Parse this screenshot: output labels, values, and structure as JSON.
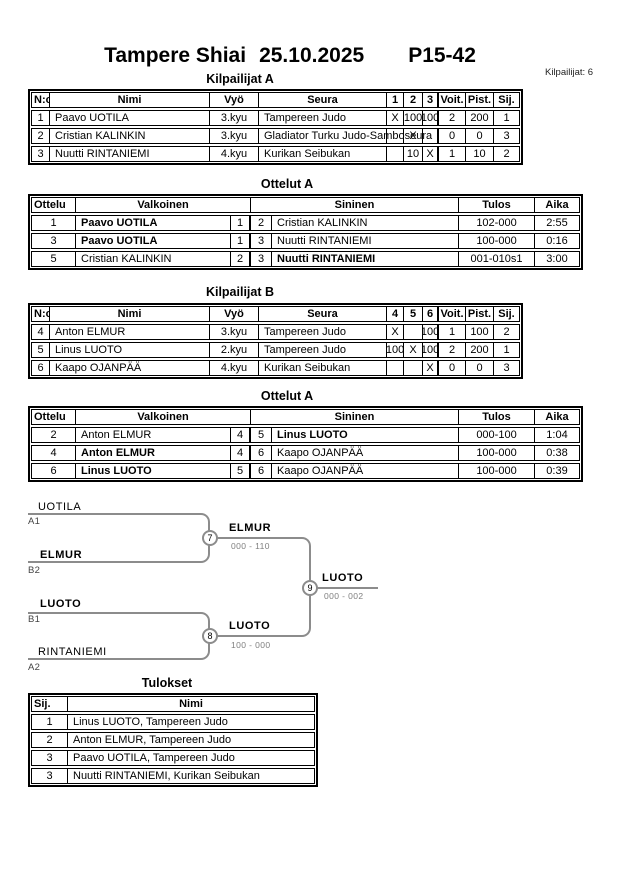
{
  "header": {
    "title": "Tampere Shiai",
    "date": "25.10.2025",
    "category": "P15-42",
    "competitor_count": "Kilpailijat: 6"
  },
  "pool_a": {
    "title": "Kilpailijat A",
    "headers": [
      "N:o",
      "Nimi",
      "Vyö",
      "Seura",
      "1",
      "2",
      "3",
      "Voit.",
      "Pist.",
      "Sij."
    ],
    "rows": [
      {
        "no": "1",
        "name": "Paavo UOTILA",
        "belt": "3.kyu",
        "club": "Tampereen Judo",
        "r1": "X",
        "r2": "100",
        "r3": "100",
        "wins": "2",
        "points": "200",
        "place": "1"
      },
      {
        "no": "2",
        "name": "Cristian KALINKIN",
        "belt": "3.kyu",
        "club": "Gladiator Turku Judo-Samboseura",
        "r1": "",
        "r2": "X",
        "r3": "",
        "wins": "0",
        "points": "0",
        "place": "3"
      },
      {
        "no": "3",
        "name": "Nuutti RINTANIEMI",
        "belt": "4.kyu",
        "club": "Kurikan Seibukan",
        "r1": "",
        "r2": "10",
        "r3": "X",
        "wins": "1",
        "points": "10",
        "place": "2"
      }
    ]
  },
  "matches_a1": {
    "title": "Ottelut A",
    "headers": [
      "Ottelu",
      "Valkoinen",
      "Sininen",
      "Tulos",
      "Aika"
    ],
    "rows": [
      {
        "match": "1",
        "white": "Paavo UOTILA",
        "white_no": "1",
        "blue_no": "2",
        "blue": "Cristian KALINKIN",
        "result": "102-000",
        "time": "2:55"
      },
      {
        "match": "3",
        "white": "Paavo UOTILA",
        "white_no": "1",
        "blue_no": "3",
        "blue": "Nuutti RINTANIEMI",
        "result": "100-000",
        "time": "0:16"
      },
      {
        "match": "5",
        "white": "Cristian KALINKIN",
        "white_no": "2",
        "blue_no": "3",
        "blue": "Nuutti RINTANIEMI",
        "result": "001-010s1",
        "time": "3:00"
      }
    ]
  },
  "pool_b": {
    "title": "Kilpailijat B",
    "headers": [
      "N:o",
      "Nimi",
      "Vyö",
      "Seura",
      "4",
      "5",
      "6",
      "Voit.",
      "Pist.",
      "Sij."
    ],
    "rows": [
      {
        "no": "4",
        "name": "Anton ELMUR",
        "belt": "3.kyu",
        "club": "Tampereen Judo",
        "r1": "X",
        "r2": "",
        "r3": "100",
        "wins": "1",
        "points": "100",
        "place": "2"
      },
      {
        "no": "5",
        "name": "Linus LUOTO",
        "belt": "2.kyu",
        "club": "Tampereen Judo",
        "r1": "100",
        "r2": "X",
        "r3": "100",
        "wins": "2",
        "points": "200",
        "place": "1"
      },
      {
        "no": "6",
        "name": "Kaapo OJANPÄÄ",
        "belt": "4.kyu",
        "club": "Kurikan Seibukan",
        "r1": "",
        "r2": "",
        "r3": "X",
        "wins": "0",
        "points": "0",
        "place": "3"
      }
    ]
  },
  "matches_a2": {
    "title": "Ottelut A",
    "headers": [
      "Ottelu",
      "Valkoinen",
      "Sininen",
      "Tulos",
      "Aika"
    ],
    "rows": [
      {
        "match": "2",
        "white": "Anton ELMUR",
        "white_no": "4",
        "blue_no": "5",
        "blue": "Linus LUOTO",
        "result": "000-100",
        "time": "1:04"
      },
      {
        "match": "4",
        "white": "Anton ELMUR",
        "white_no": "4",
        "blue_no": "6",
        "blue": "Kaapo OJANPÄÄ",
        "result": "100-000",
        "time": "0:38"
      },
      {
        "match": "6",
        "white": "Linus LUOTO",
        "white_no": "5",
        "blue_no": "6",
        "blue": "Kaapo OJANPÄÄ",
        "result": "100-000",
        "time": "0:39"
      }
    ]
  },
  "bracket": {
    "entries": [
      {
        "name": "UOTILA",
        "seed": "A1"
      },
      {
        "name": "ELMUR",
        "seed": "B2"
      },
      {
        "name": "LUOTO",
        "seed": "B1"
      },
      {
        "name": "RINTANIEMI",
        "seed": "A2"
      }
    ],
    "nodes": [
      {
        "no": "7",
        "winner": "ELMUR",
        "score": "000 - 110"
      },
      {
        "no": "8",
        "winner": "LUOTO",
        "score": "100 - 000"
      },
      {
        "no": "9",
        "winner": "LUOTO",
        "score": "000 - 002"
      }
    ]
  },
  "results": {
    "title": "Tulokset",
    "headers": [
      "Sij.",
      "Nimi"
    ],
    "rows": [
      {
        "place": "1",
        "name": "Linus LUOTO, Tampereen Judo"
      },
      {
        "place": "2",
        "name": "Anton ELMUR, Tampereen Judo"
      },
      {
        "place": "3",
        "name": "Paavo UOTILA, Tampereen Judo"
      },
      {
        "place": "3",
        "name": "Nuutti RINTANIEMI, Kurikan Seibukan"
      }
    ]
  }
}
